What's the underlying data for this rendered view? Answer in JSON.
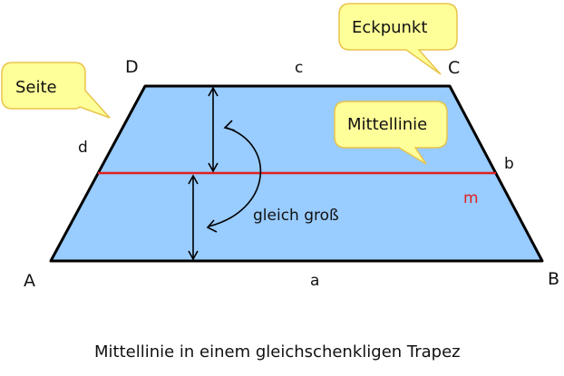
{
  "vertices": {
    "A": "A",
    "B": "B",
    "C": "C",
    "D": "D"
  },
  "sides": {
    "a": "a",
    "b": "b",
    "c": "c",
    "d": "d"
  },
  "midline_label": "m",
  "arrow_label": "gleich groß",
  "callouts": {
    "vertex": "Eckpunkt",
    "side": "Seite",
    "midline": "Mittellinie"
  },
  "caption": "Mittellinie in einem gleichschenkligen Trapez",
  "colors": {
    "fill": "#99ccff",
    "midline": "#e02020",
    "callout_fill": "#ffff99",
    "callout_stroke": "#e8c44a"
  }
}
